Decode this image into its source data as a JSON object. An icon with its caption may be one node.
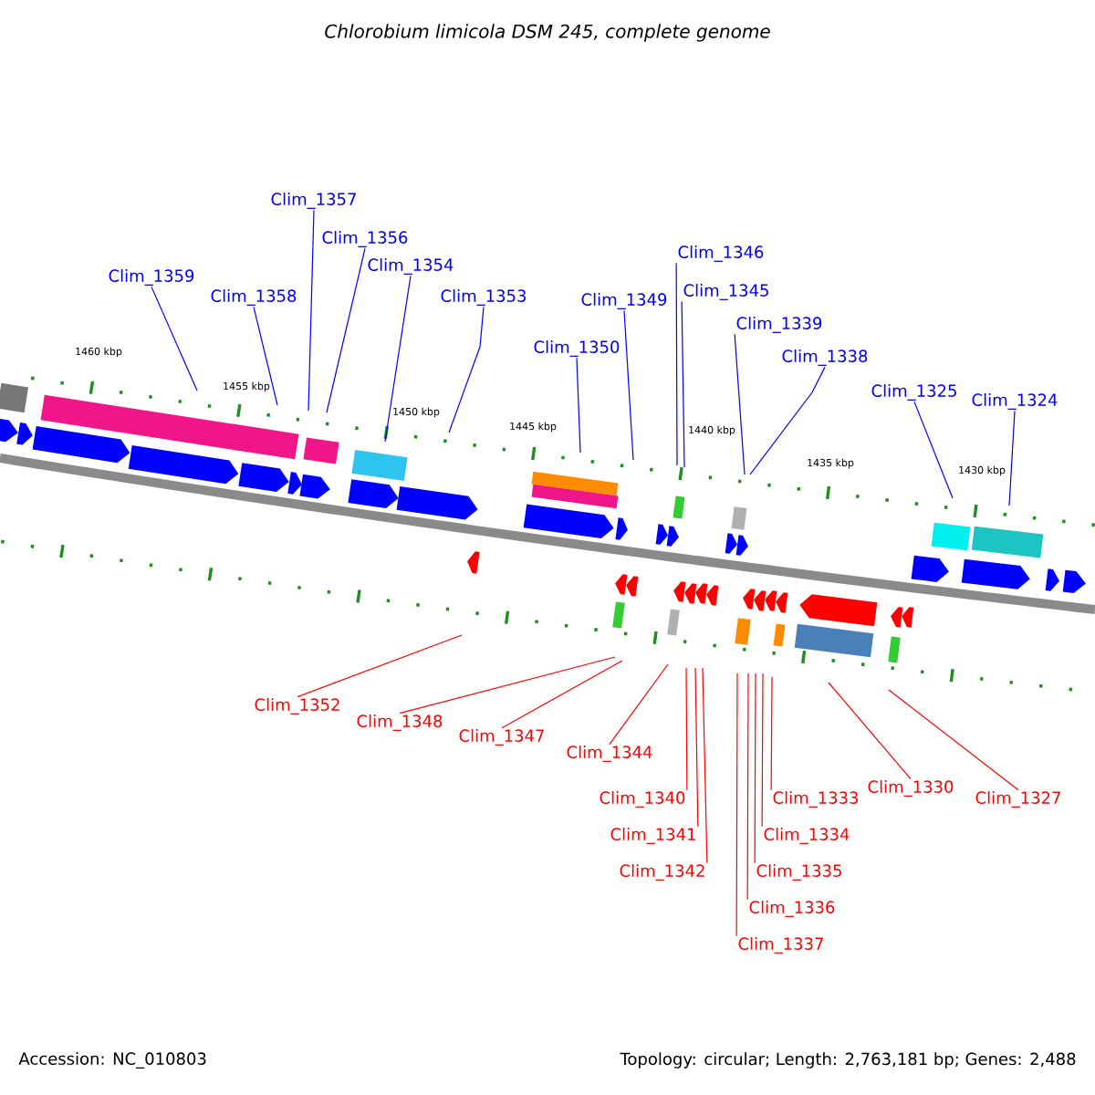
{
  "diagram": {
    "title": "Chlorobium limicola DSM 245, complete genome",
    "nodes": [
      {
        "text": [
          "Clim_1357"
        ]
      },
      {
        "text": [
          "Clim_1356"
        ]
      },
      {
        "text": [
          "Clim_1346"
        ]
      },
      {
        "text": [
          "Clim_1354"
        ]
      },
      {
        "text": [
          "Clim_1359"
        ]
      },
      {
        "text": [
          "Clim_1345"
        ]
      },
      {
        "text": [
          "Clim_1358"
        ]
      },
      {
        "text": [
          "Clim_1353"
        ]
      },
      {
        "text": [
          "Clim_1349"
        ]
      },
      {
        "text": [
          "Clim_1339"
        ]
      },
      {
        "text": [
          "Clim_1350"
        ]
      },
      {
        "text": [
          "Clim_1338"
        ]
      },
      {
        "text": [
          "Clim_1325"
        ]
      },
      {
        "text": [
          "Clim_1324"
        ]
      },
      {
        "text": [
          "Clim_1352"
        ]
      },
      {
        "text": [
          "Clim_1348"
        ]
      },
      {
        "text": [
          "Clim_1347"
        ]
      },
      {
        "text": [
          "Clim_1344"
        ]
      },
      {
        "text": [
          "Clim_1340"
        ]
      },
      {
        "text": [
          "Clim_1333"
        ]
      },
      {
        "text": [
          "Clim_1330"
        ]
      },
      {
        "text": [
          "Clim_1327"
        ]
      },
      {
        "text": [
          "Clim_1334"
        ]
      },
      {
        "text": [
          "Clim_1341"
        ]
      },
      {
        "text": [
          "Clim_1335"
        ]
      },
      {
        "text": [
          "Clim_1342"
        ]
      },
      {
        "text": [
          "Clim_1336"
        ]
      },
      {
        "text": [
          "Clim_1337"
        ]
      }
    ],
    "edges": [
      {
        "from": 0,
        "to": null,
        "arrow": "none"
      },
      {
        "from": 1,
        "to": null,
        "arrow": "none"
      },
      {
        "from": 2,
        "to": null,
        "arrow": "none"
      },
      {
        "from": 3,
        "to": null,
        "arrow": "none"
      },
      {
        "from": 4,
        "to": null,
        "arrow": "none"
      },
      {
        "from": 5,
        "to": null,
        "arrow": "none"
      },
      {
        "from": 6,
        "to": null,
        "arrow": "none"
      },
      {
        "from": 7,
        "to": null,
        "arrow": "none"
      },
      {
        "from": 8,
        "to": null,
        "arrow": "none"
      },
      {
        "from": 9,
        "to": null,
        "arrow": "none"
      },
      {
        "from": 10,
        "to": null,
        "arrow": "none"
      },
      {
        "from": 11,
        "to": null,
        "arrow": "none"
      },
      {
        "from": 12,
        "to": null,
        "arrow": "none"
      },
      {
        "from": 13,
        "to": null,
        "arrow": "none"
      },
      {
        "from": 14,
        "to": null,
        "arrow": "none",
        "color": "#ff0000"
      },
      {
        "from": 15,
        "to": null,
        "arrow": "none",
        "color": "#ff0000"
      },
      {
        "from": 16,
        "to": null,
        "arrow": "none",
        "color": "#ff0000"
      },
      {
        "from": 17,
        "to": null,
        "arrow": "none",
        "color": "#ff0000"
      },
      {
        "from": 18,
        "to": null,
        "arrow": "none",
        "color": "#ff0000"
      },
      {
        "from": 19,
        "to": null,
        "arrow": "none",
        "color": "#ff0000"
      },
      {
        "from": 20,
        "to": null,
        "arrow": "none",
        "color": "#ff0000"
      },
      {
        "from": 21,
        "to": null,
        "arrow": "none",
        "color": "#ff0000"
      },
      {
        "from": 22,
        "to": null,
        "arrow": "none",
        "color": "#ff0000"
      },
      {
        "from": 23,
        "to": null,
        "arrow": "none",
        "color": "#ff0000"
      },
      {
        "from": 24,
        "to": null,
        "arrow": "none",
        "color": "#ff0000"
      },
      {
        "from": 25,
        "to": null,
        "arrow": "none",
        "color": "#ff0000"
      },
      {
        "from": 26,
        "to": null,
        "arrow": "none",
        "color": "#ff0000"
      },
      {
        "from": 27,
        "to": null,
        "arrow": "none",
        "color": "#ff0000"
      }
    ],
    "labels": [
      "1460 kbp",
      "1455 kbp",
      "1450 kbp",
      "1445 kbp",
      "1440 kbp",
      "1435 kbp",
      "1430 kbp",
      "Accession: NC_010803",
      "Topology: circular; Length: 2,763,181 bp; Genes: 2,488"
    ]
  }
}
